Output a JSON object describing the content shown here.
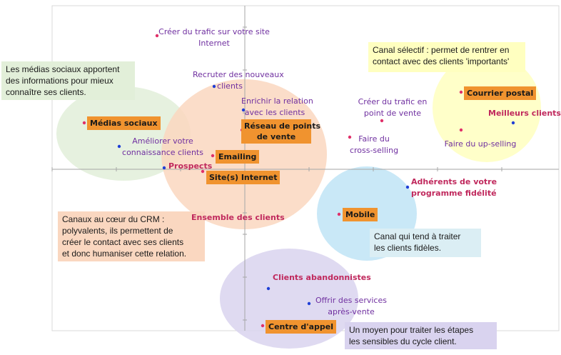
{
  "colors": {
    "purple_text": "#7030a0",
    "magenta_text": "#c0295d",
    "chip_fill": "#f0932f",
    "axis": "#a6a6a6",
    "frame": "#d9d9d9",
    "dot_blue": "#1f3fd6",
    "dot_pink": "#e0306a",
    "ellipse_green": "#e2efd9",
    "ellipse_orange": "#fad7c0",
    "ellipse_yellow": "#ffffc0",
    "ellipse_blue": "#bfe4f6",
    "ellipse_lavender": "#d9d3ef"
  },
  "clusters": [
    {
      "id": "social",
      "color": "ellipse_green"
    },
    {
      "id": "core",
      "color": "ellipse_orange"
    },
    {
      "id": "selective",
      "color": "ellipse_yellow"
    },
    {
      "id": "loyal",
      "color": "ellipse_blue"
    },
    {
      "id": "cycle",
      "color": "ellipse_lavender"
    }
  ],
  "points": [
    {
      "id": "trafic-internet",
      "color": "dot_pink"
    },
    {
      "id": "recruter",
      "color": "dot_blue"
    },
    {
      "id": "enrichir",
      "color": "dot_blue"
    },
    {
      "id": "reseau",
      "color": "dot_pink"
    },
    {
      "id": "medias",
      "color": "dot_pink"
    },
    {
      "id": "ameliorer",
      "color": "dot_blue"
    },
    {
      "id": "emailing",
      "color": "dot_pink"
    },
    {
      "id": "prospects",
      "color": "dot_blue"
    },
    {
      "id": "site",
      "color": "dot_pink"
    },
    {
      "id": "ensemble",
      "color": "dot_blue"
    },
    {
      "id": "trafic-vente",
      "color": "dot_pink"
    },
    {
      "id": "cross",
      "color": "dot_pink"
    },
    {
      "id": "courrier",
      "color": "dot_pink"
    },
    {
      "id": "meilleurs",
      "color": "dot_blue"
    },
    {
      "id": "upselling",
      "color": "dot_pink"
    },
    {
      "id": "adherents",
      "color": "dot_blue"
    },
    {
      "id": "mobile",
      "color": "dot_pink"
    },
    {
      "id": "abandonnistes",
      "color": "dot_blue"
    },
    {
      "id": "offrir",
      "color": "dot_blue"
    },
    {
      "id": "centre",
      "color": "dot_pink"
    }
  ],
  "labels": {
    "trafic_internet": [
      "Créer du trafic sur votre site",
      "Internet"
    ],
    "recruter": [
      "Recruter des nouveaux",
      "clients"
    ],
    "enrichir": [
      "Enrichir la relation",
      "avec les clients"
    ],
    "ameliorer": [
      "Améliorer votre",
      "connaissance clients"
    ],
    "trafic_vente": [
      "Créer du trafic en",
      "point de vente"
    ],
    "cross": [
      "Faire du",
      "cross-selling"
    ],
    "upselling": [
      "Faire du up-selling"
    ],
    "offrir": [
      "Offrir des services",
      "après-vente"
    ],
    "meilleurs": "Meilleurs clients",
    "adherents": [
      "Adhérents de votre",
      "programme fidélité"
    ],
    "prospects": "Prospects",
    "ensemble": "Ensemble des clients",
    "abandonnistes": "Clients abandonnistes"
  },
  "chips": {
    "medias": "Médias sociaux",
    "reseau": [
      "Réseau de points",
      "de vente"
    ],
    "emailing": "Emailing",
    "site": "Site(s) Internet",
    "courrier": "Courrier postal",
    "mobile": "Mobile",
    "centre": "Centre d'appel"
  },
  "notes": {
    "social": [
      "Les médias sociaux apportent",
      "des informations pour mieux",
      "connaître ses clients."
    ],
    "selective": [
      "Canal sélectif : permet de rentrer en",
      "contact avec des clients 'importants'"
    ],
    "core": [
      "Canaux au cœur du CRM :",
      "polyvalents, ils permettent de",
      "créer le contact avec ses clients",
      "et donc humaniser cette relation."
    ],
    "loyal": [
      "Canal qui tend à traiter",
      "les clients fidèles."
    ],
    "cycle": [
      "Un moyen pour traiter les étapes",
      "les sensibles du cycle client."
    ]
  }
}
